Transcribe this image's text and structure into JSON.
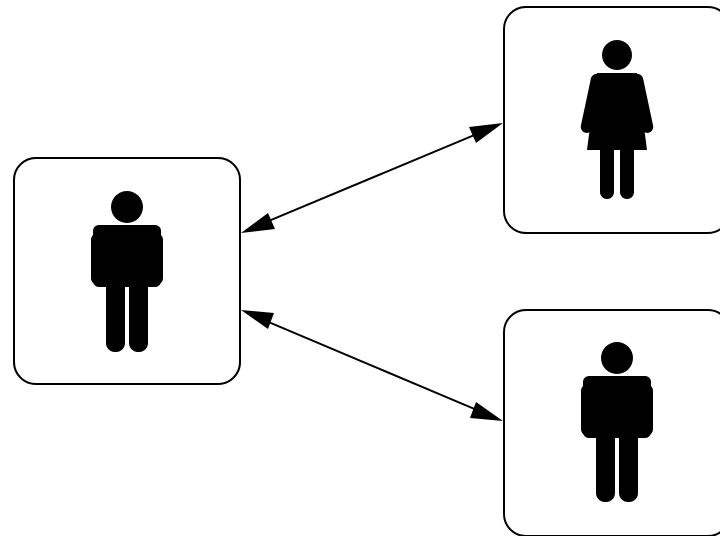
{
  "diagram": {
    "nodes": [
      {
        "id": "left",
        "icon": "male-person-icon"
      },
      {
        "id": "top-right",
        "icon": "female-person-icon"
      },
      {
        "id": "bottom-right",
        "icon": "male-person-icon"
      }
    ],
    "edges": [
      {
        "from": "left",
        "to": "top-right",
        "direction": "bidirectional"
      },
      {
        "from": "left",
        "to": "bottom-right",
        "direction": "bidirectional"
      }
    ],
    "colors": {
      "background": "#ffffff",
      "stroke": "#000000",
      "figure": "#000000"
    }
  }
}
